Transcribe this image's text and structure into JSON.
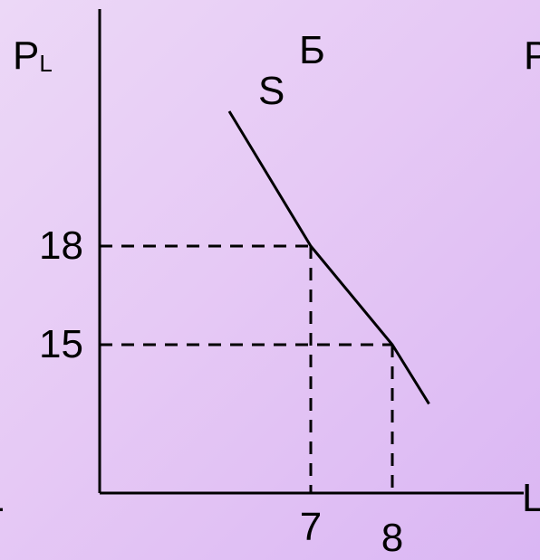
{
  "chart_data": {
    "type": "line",
    "panel_label": "Б",
    "ylabel": {
      "main": "P",
      "sub": "L"
    },
    "xlabel": "L",
    "left_edge_label": "L",
    "right_edge_label": "P",
    "series": [
      {
        "name": "S",
        "points": [
          {
            "x": 6.0,
            "y": 22.1
          },
          {
            "x": 7,
            "y": 18
          },
          {
            "x": 8,
            "y": 15
          },
          {
            "x": 8.45,
            "y": 13.2
          }
        ]
      }
    ],
    "x_ticks": [
      "7",
      "8"
    ],
    "x_tick_values": [
      7,
      8
    ],
    "y_ticks": [
      "18",
      "15"
    ],
    "y_tick_values": [
      18,
      15
    ],
    "guides": [
      {
        "x": 7,
        "y": 18
      },
      {
        "x": 8,
        "y": 15
      }
    ],
    "line_color": "#000000",
    "background": "#e6c9f5",
    "grid": false
  }
}
